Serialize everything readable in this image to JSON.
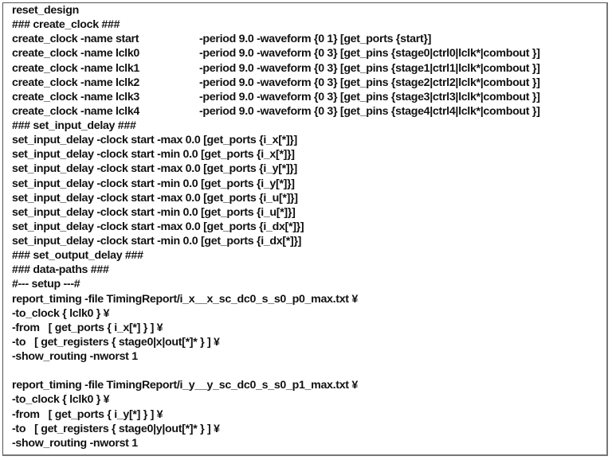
{
  "lines_top": [
    "reset_design",
    "### create_clock ###"
  ],
  "clocks": [
    {
      "name": "create_clock -name start",
      "args": "-period 9.0 -waveform {0 1} [get_ports {start}]"
    },
    {
      "name": "create_clock -name lclk0",
      "args": "-period 9.0 -waveform {0 3} [get_pins {stage0|ctrl0|lclk*|combout }]"
    },
    {
      "name": "create_clock -name lclk1",
      "args": "-period 9.0 -waveform {0 3} [get_pins {stage1|ctrl1|lclk*|combout }]"
    },
    {
      "name": "create_clock -name lclk2",
      "args": "-period 9.0 -waveform {0 3} [get_pins {stage2|ctrl2|lclk*|combout }]"
    },
    {
      "name": "create_clock -name lclk3",
      "args": "-period 9.0 -waveform {0 3} [get_pins {stage3|ctrl3|lclk*|combout }]"
    },
    {
      "name": "create_clock -name lclk4",
      "args": "-period 9.0 -waveform {0 3} [get_pins {stage4|ctrl4|lclk*|combout }]"
    }
  ],
  "lines_rest": [
    "### set_input_delay ###",
    "set_input_delay -clock start -max 0.0 [get_ports {i_x[*]}]",
    "set_input_delay -clock start -min 0.0 [get_ports {i_x[*]}]",
    "set_input_delay -clock start -max 0.0 [get_ports {i_y[*]}]",
    "set_input_delay -clock start -min 0.0 [get_ports {i_y[*]}]",
    "set_input_delay -clock start -max 0.0 [get_ports {i_u[*]}]",
    "set_input_delay -clock start -min 0.0 [get_ports {i_u[*]}]",
    "set_input_delay -clock start -max 0.0 [get_ports {i_dx[*]}]",
    "set_input_delay -clock start -min 0.0 [get_ports {i_dx[*]}]",
    "### set_output_delay ###",
    "### data-paths ###",
    "#--- setup ---#",
    "report_timing -file TimingReport/i_x__x_sc_dc0_s_s0_p0_max.txt ¥",
    "-to_clock { lclk0 } ¥",
    "-from   [ get_ports { i_x[*] } ] ¥",
    "-to   [ get_registers { stage0|x|out[*]* } ] ¥",
    "-show_routing -nworst 1",
    "",
    "report_timing -file TimingReport/i_y__y_sc_dc0_s_s0_p1_max.txt ¥",
    "-to_clock { lclk0 } ¥",
    "-from   [ get_ports { i_y[*] } ] ¥",
    "-to   [ get_registers { stage0|y|out[*]* } ] ¥",
    "-show_routing -nworst 1"
  ]
}
